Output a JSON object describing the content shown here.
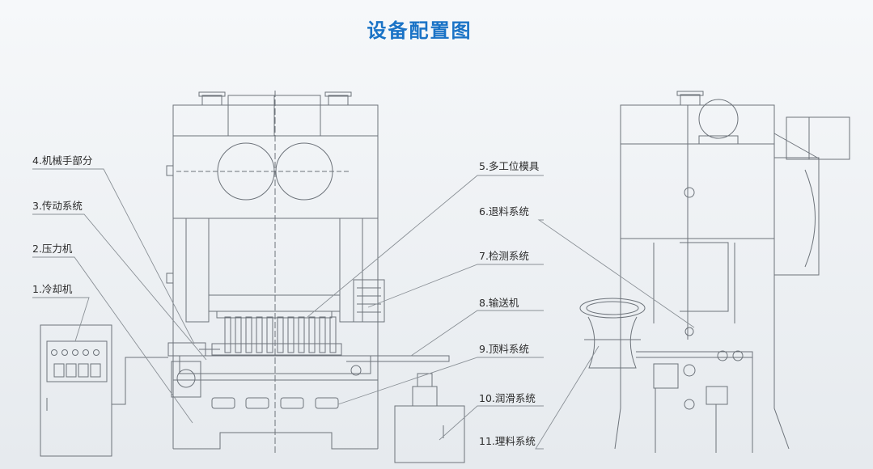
{
  "title": "设备配置图",
  "colors": {
    "title": "#1a73c6",
    "line": "#6d737a",
    "leader": "#8a9096",
    "text": "#2c2c2c"
  },
  "left_labels": [
    "4.机械手部分",
    "3.传动系统",
    "2.压力机",
    "1.冷却机"
  ],
  "right_labels": [
    "5.多工位模具",
    "6.退料系统",
    "7.检测系统",
    "8.输送机",
    "9.顶料系统",
    "10.润滑系统",
    "11.理料系统"
  ]
}
